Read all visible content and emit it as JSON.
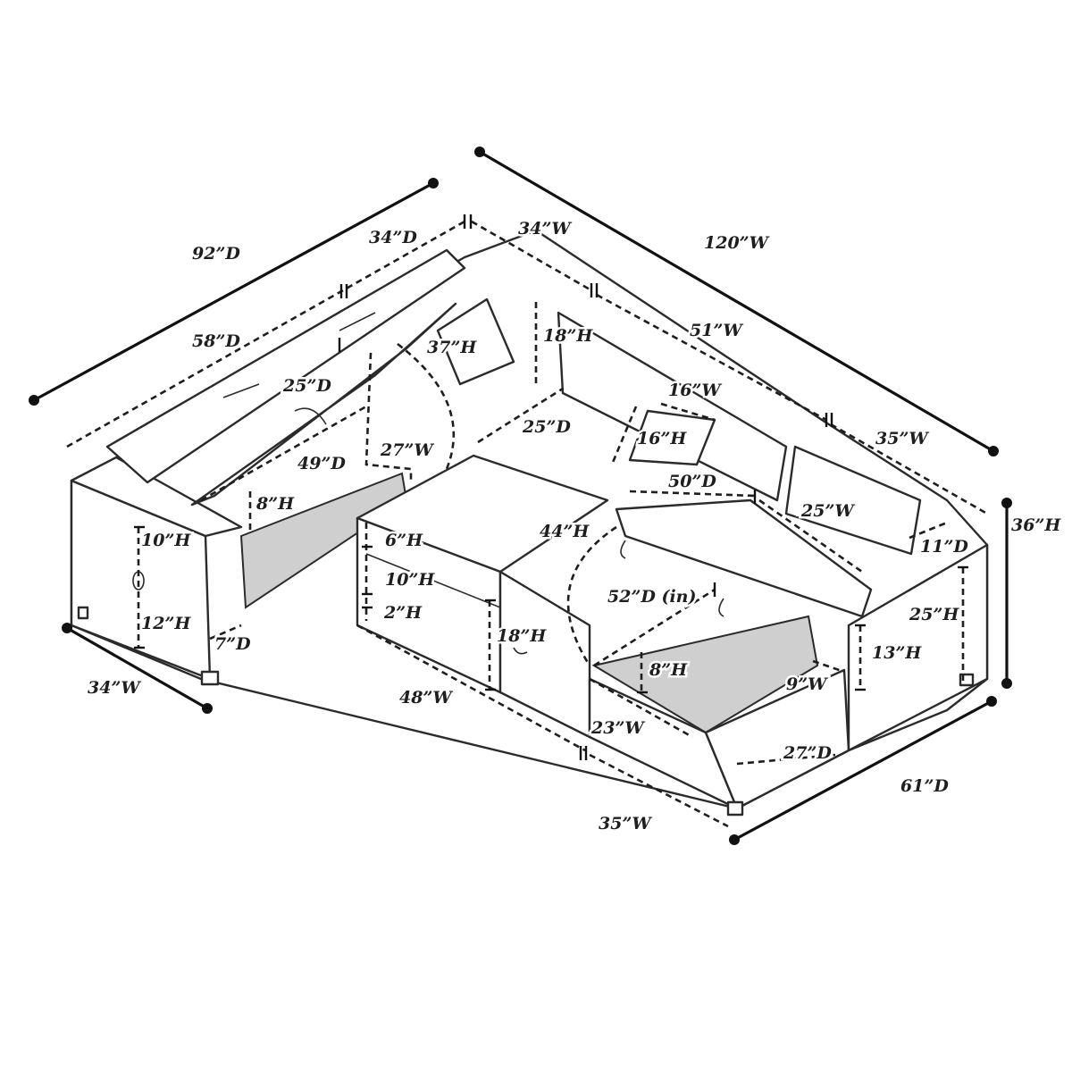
{
  "diagram": {
    "overall": {
      "left_depth": "92”D",
      "total_width": "120”W",
      "total_height": "36”H",
      "right_depth": "61”D",
      "left_arm_width": "34”W",
      "front_width": "35”W"
    },
    "left_chaise": {
      "back_depth": "34”D",
      "side_depth": "58”D",
      "lid_depth": "25”D",
      "storage_depth": "49”D",
      "lid_open_height": "37”H",
      "storage_width": "27”W",
      "storage_height": "8”H",
      "arm_height": "10”H",
      "leg_base_height": "12”H",
      "arm_depth": "7”D"
    },
    "middle": {
      "corner_width": "34”W",
      "back_height": "18”H",
      "seat_depth": "25”D",
      "back_width": "51”W",
      "pillow_width": "16”W",
      "pillow_height": "16”H",
      "mattress_top": "6”H",
      "mattress_height": "10”H",
      "leg_height": "2”H",
      "drawer_height": "18”H",
      "pullout_width": "48”W"
    },
    "right_chaise": {
      "back_width": "35”W",
      "top_depth": "50”D",
      "seat_width": "25”W",
      "arm_depth": "11”D",
      "lid_open_height": "44”H",
      "inner_depth": "52”D (in)",
      "arm_height": "25”H",
      "seat_height": "13”H",
      "storage_height": "8”H",
      "storage_depth": "9”W",
      "front_width": "23”W",
      "storage_front": "27”D"
    }
  }
}
